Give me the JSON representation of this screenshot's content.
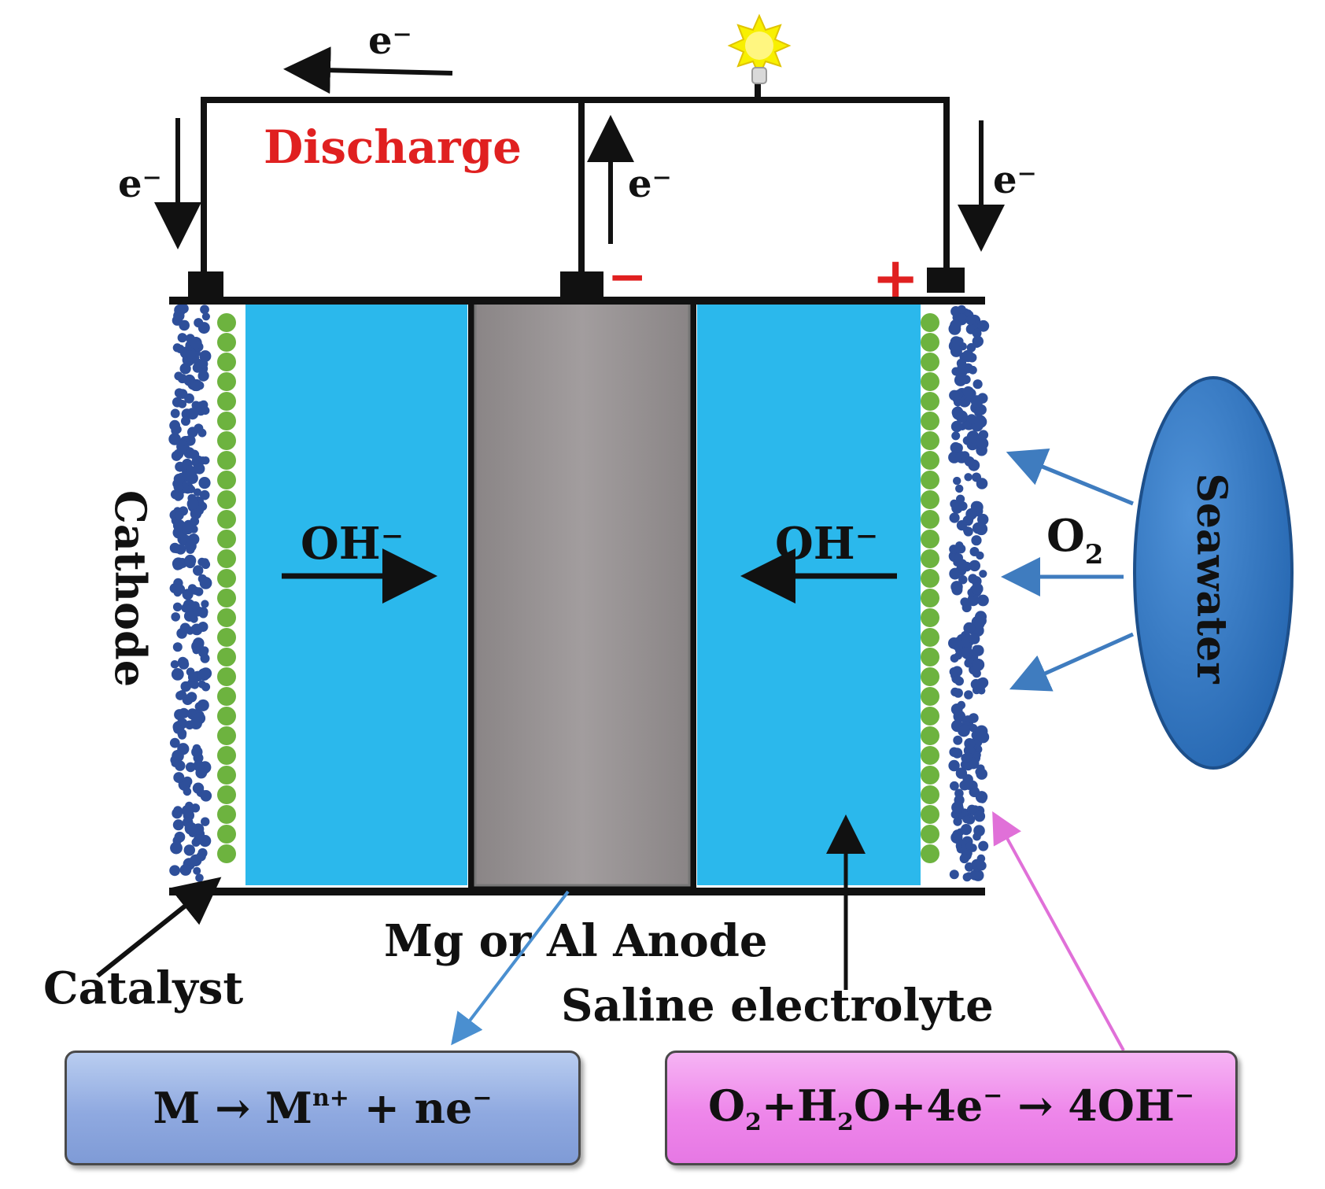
{
  "labels": {
    "discharge": "Discharge",
    "electron": "e⁻",
    "minus_sign": "−",
    "plus_sign": "+",
    "oh_left": "OH⁻",
    "oh_right": "OH⁻",
    "o2": "O",
    "o2_sub": "2",
    "cathode": "Cathode",
    "seawater": "Seawater",
    "anode": "Mg or Al Anode",
    "catalyst": "Catalyst",
    "electrolyte": "Saline electrolyte"
  },
  "equations": {
    "anode": {
      "m": "M",
      "arrow": "→",
      "mn": "M",
      "mn_sup": "n+",
      "rest": " + ne",
      "rest_sup": "−"
    },
    "cathode": {
      "o": "O",
      "o_sub": "2",
      "plus_h": "+H",
      "h_sub": "2",
      "o4e": "O+4e",
      "e_sup": "−",
      "arrow": " → 4OH",
      "oh_sup": "−"
    }
  },
  "colors": {
    "electrolyte": "#2bb8ec",
    "anode_fill": "#9b9697",
    "catalyst_dots": "#6db33f",
    "cathode_dots": "#2e4f9a",
    "seawater": "#2f75c2",
    "discharge_text": "#e02020",
    "terminal_sign": "#e02020",
    "anode_pointer": "#4a8fd0",
    "cathode_pointer": "#e070d8"
  },
  "icons": {
    "bulb": "light-bulb-icon"
  }
}
